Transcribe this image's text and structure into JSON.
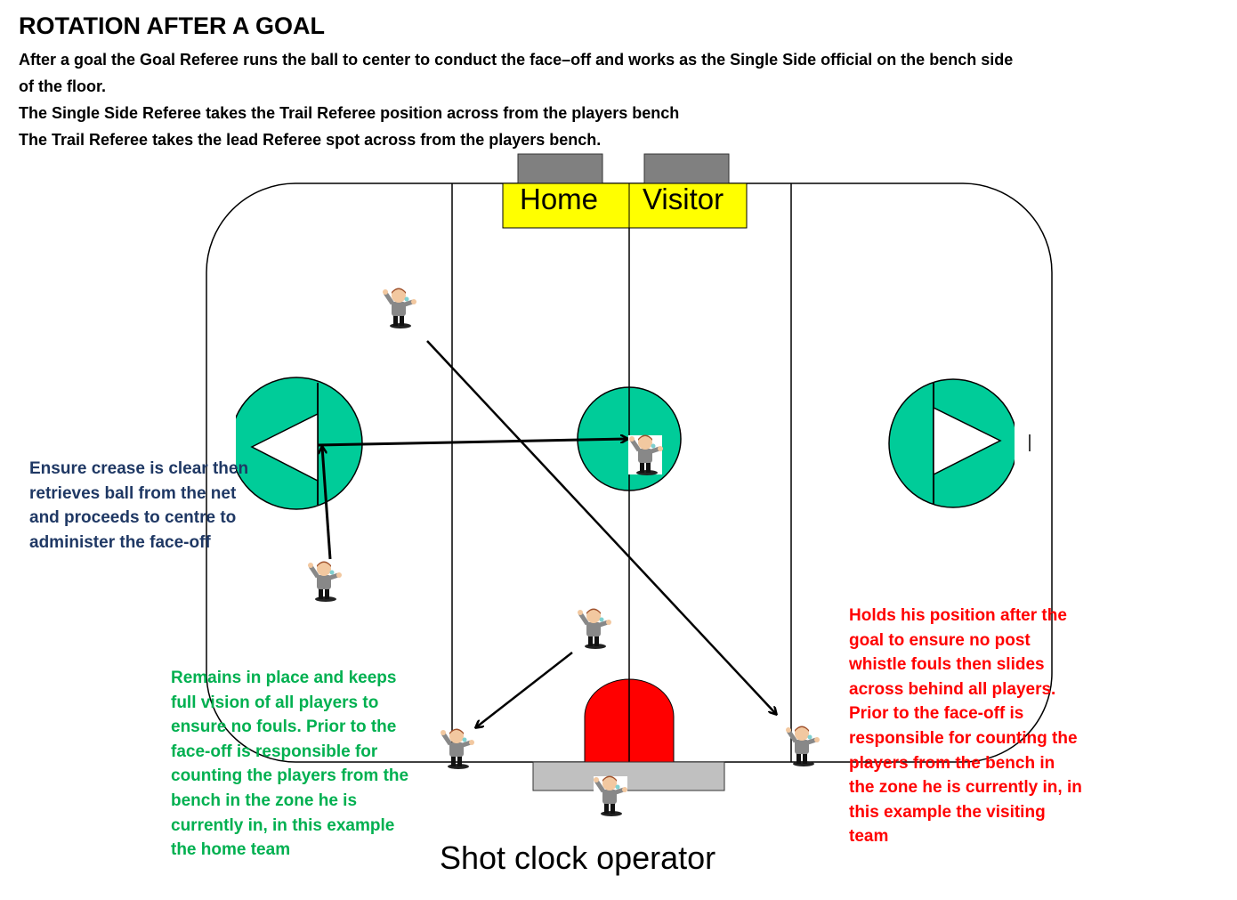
{
  "title": "ROTATION AFTER A GOAL",
  "intro": [
    "After a goal the Goal Referee runs the ball to center to conduct the face–off and works as the Single Side official on the bench side",
    "of the floor.",
    "The Single Side Referee takes the Trail Referee position across from the players bench",
    "The Trail Referee takes the lead Referee spot across from the players bench."
  ],
  "benches": {
    "home": "Home",
    "visitor": "Visitor"
  },
  "notes": {
    "goal_referee": [
      "Ensure crease is clear then",
      "retrieves ball from the net",
      "and proceeds to centre to",
      "administer the face-off"
    ],
    "single_side": [
      "Remains in place and keeps",
      "full vision of all players to",
      "ensure no fouls. Prior to the",
      "face-off is responsible for",
      "counting the players from the",
      "bench in the zone he is",
      "currently in, in this example",
      "the home team"
    ],
    "trail": [
      "Holds his position after the",
      "goal to ensure no post",
      "whistle fouls then slides",
      "across behind all players.",
      "Prior to the face-off is",
      "responsible for counting the",
      "players from the bench in",
      "the zone he is currently in, in",
      "this example the visiting",
      "team"
    ]
  },
  "shot_clock_label": "Shot clock operator",
  "colors": {
    "crease": "#00cc99",
    "bench_label_bg": "#ffff00",
    "timer": "#ff0000",
    "bench": "#808080",
    "table": "#c0c0c0",
    "blue_text": "#1f3864",
    "green_text": "#00b050",
    "red_text": "#ff0000"
  }
}
